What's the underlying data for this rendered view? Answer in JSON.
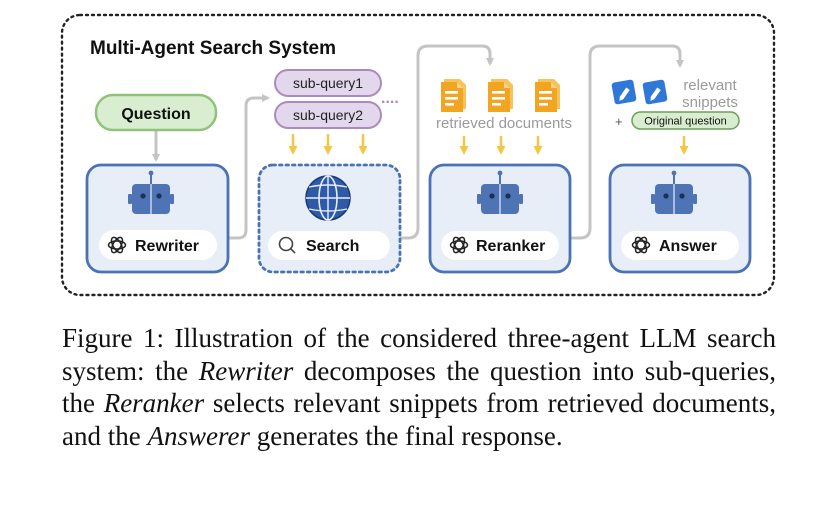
{
  "diagram": {
    "title": "Multi-Agent Search System",
    "question": "Question",
    "sub_queries": [
      "sub-query1",
      "sub-query2"
    ],
    "sub_query_more": "....",
    "retrieved_label": "retrieved documents",
    "relevant_label_line1": "relevant",
    "relevant_label_line2": "snippets",
    "plus_sign": "+",
    "original_question": "Original question",
    "agents": {
      "rewriter": "Rewriter",
      "search": "Search",
      "reranker": "Reranker",
      "answer": "Answer"
    },
    "colors": {
      "agent_border": "#4a73b5",
      "agent_fill": "#e8eef8",
      "robot": "#4e74b6",
      "question_border": "#8fc27a",
      "question_fill": "#d9edd0",
      "subquery_border": "#a98bbd",
      "subquery_fill": "#e3d7ec",
      "arrow_yellow": "#f2c744",
      "arrow_gray": "#c4c4c4",
      "doc_orange": "#f2a423"
    }
  },
  "caption": {
    "p1": "Figure 1: Illustration of the considered three-agent LLM search system: the ",
    "rewriter": "Rewriter",
    "p2": " decomposes the question into sub-queries, the ",
    "reranker": "Reranker",
    "p3": " selects relevant snippets from retrieved documents, and the ",
    "answerer": "Answerer",
    "p4": " generates the final response."
  }
}
